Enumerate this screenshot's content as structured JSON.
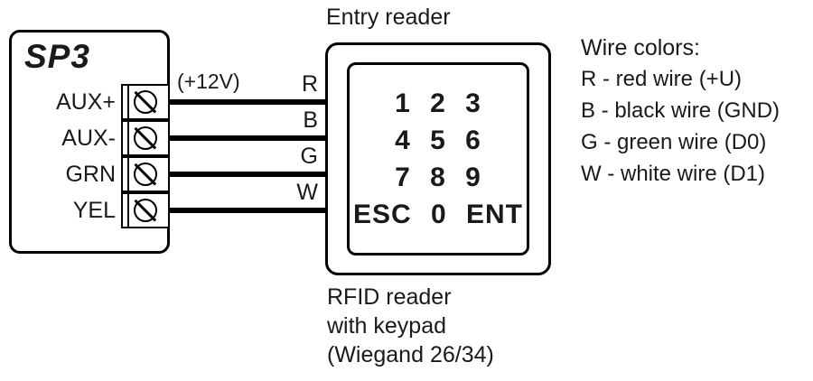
{
  "controller": {
    "title": "SP3",
    "terminals": [
      {
        "label": "AUX+",
        "wire_letter": "R",
        "annotation": "(+12V)"
      },
      {
        "label": "AUX-",
        "wire_letter": "B"
      },
      {
        "label": "GRN",
        "wire_letter": "G"
      },
      {
        "label": "YEL",
        "wire_letter": "W"
      }
    ]
  },
  "reader": {
    "title": "Entry reader",
    "keypad": {
      "rows": [
        "1 2 3",
        "4 5 6",
        "7 8 9",
        "ESC 0 ENT"
      ]
    },
    "caption": {
      "line1": "RFID reader",
      "line2": "with keypad",
      "line3": "(Wiegand 26/34)"
    }
  },
  "legend": {
    "title": "Wire colors:",
    "items": [
      {
        "text": "R - red wire (+U)"
      },
      {
        "text": "B - black wire (GND)"
      },
      {
        "text": "G - green wire (D0)"
      },
      {
        "text": "W - white wire (D1)"
      }
    ]
  },
  "colors": {
    "line": "#000000",
    "background": "#ffffff",
    "text": "#1a1a1a"
  }
}
